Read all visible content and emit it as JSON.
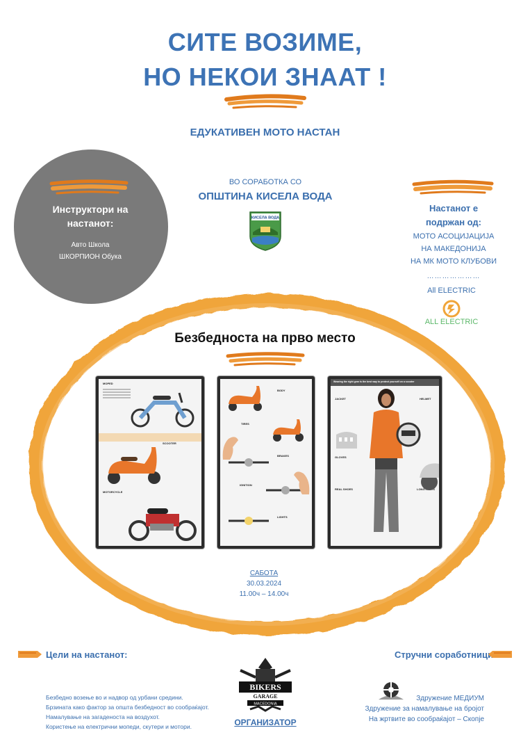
{
  "header": {
    "title_line1": "СИТЕ ВОЗИМЕ,",
    "title_line2": "НО НЕКОИ ЗНААТ !",
    "subtitle": "ЕДУКАТИВЕН МОТО НАСТАН"
  },
  "instructors": {
    "title_line1": "Инструктори на",
    "title_line2": "настанот:",
    "line1": "Авто Школа",
    "line2": "ШКОРПИОН Обука"
  },
  "collaboration": {
    "label": "ВО СОРАБОТКА СО",
    "name": "ОПШТИНА КИСЕЛА ВОДА",
    "crest_text": "КИСЕЛА ВОДА"
  },
  "support": {
    "title_line1": "Настанот е",
    "title_line2": "подржан од:",
    "items": [
      "МОТО АСОЦИЈАЦИЈА",
      "НА МАКЕДОНИЈА",
      "НА МК МОТО КЛУБОВИ"
    ],
    "dots": "…………………",
    "all_electric_label": "All ELECTRIC",
    "all_electric_logo": "ALL ELECTRIC"
  },
  "safety": {
    "title": "Безбедноста на прво место"
  },
  "cards": {
    "card1": {
      "sections": [
        "MOPED",
        "SCOOTER",
        "MOTORCYCLE"
      ]
    },
    "card2": {
      "sections": [
        "BODY",
        "TIRES",
        "BRAKES",
        "IGNITION",
        "LIGHTS"
      ]
    },
    "card3": {
      "header": "Wearing the right gear is the best way to protect yourself on a scooter",
      "sections": [
        "JACKET",
        "HELMET",
        "GLOVES",
        "REAL SHOES",
        "LONG PANTS"
      ]
    }
  },
  "event": {
    "day": "САБОТА",
    "date": "30.03.2024",
    "time": "11.00ч – 14.00ч"
  },
  "goals": {
    "title": "Цели на настанот:",
    "items": [
      "Безбедно возење во и надвор од урбани средини.",
      "Брзината како фактор за општа безбедност во сообраќајот.",
      "Намалување на загаденоста на воздухот.",
      "Користење на електрични мопеди, скутери и мотори."
    ]
  },
  "organizer": {
    "logo_top": "BIKERS",
    "logo_mid": "GARAGE",
    "logo_bottom": "MACEDONIA",
    "label": "ОРГАНИЗАТОР"
  },
  "collaborators": {
    "title": "Стручни соработници:",
    "line1": "Здружение МЕДИУМ",
    "line2": "Здружение за намалување на бројот",
    "line3": "На жртвите во сообраќајот – Скопје"
  },
  "colors": {
    "accent_orange": "#f0a53a",
    "brush_orange": "#e07a1c",
    "text_blue": "#3b6fae",
    "grey_circle": "#7a7a7a",
    "electric_green": "#5cb86a"
  }
}
